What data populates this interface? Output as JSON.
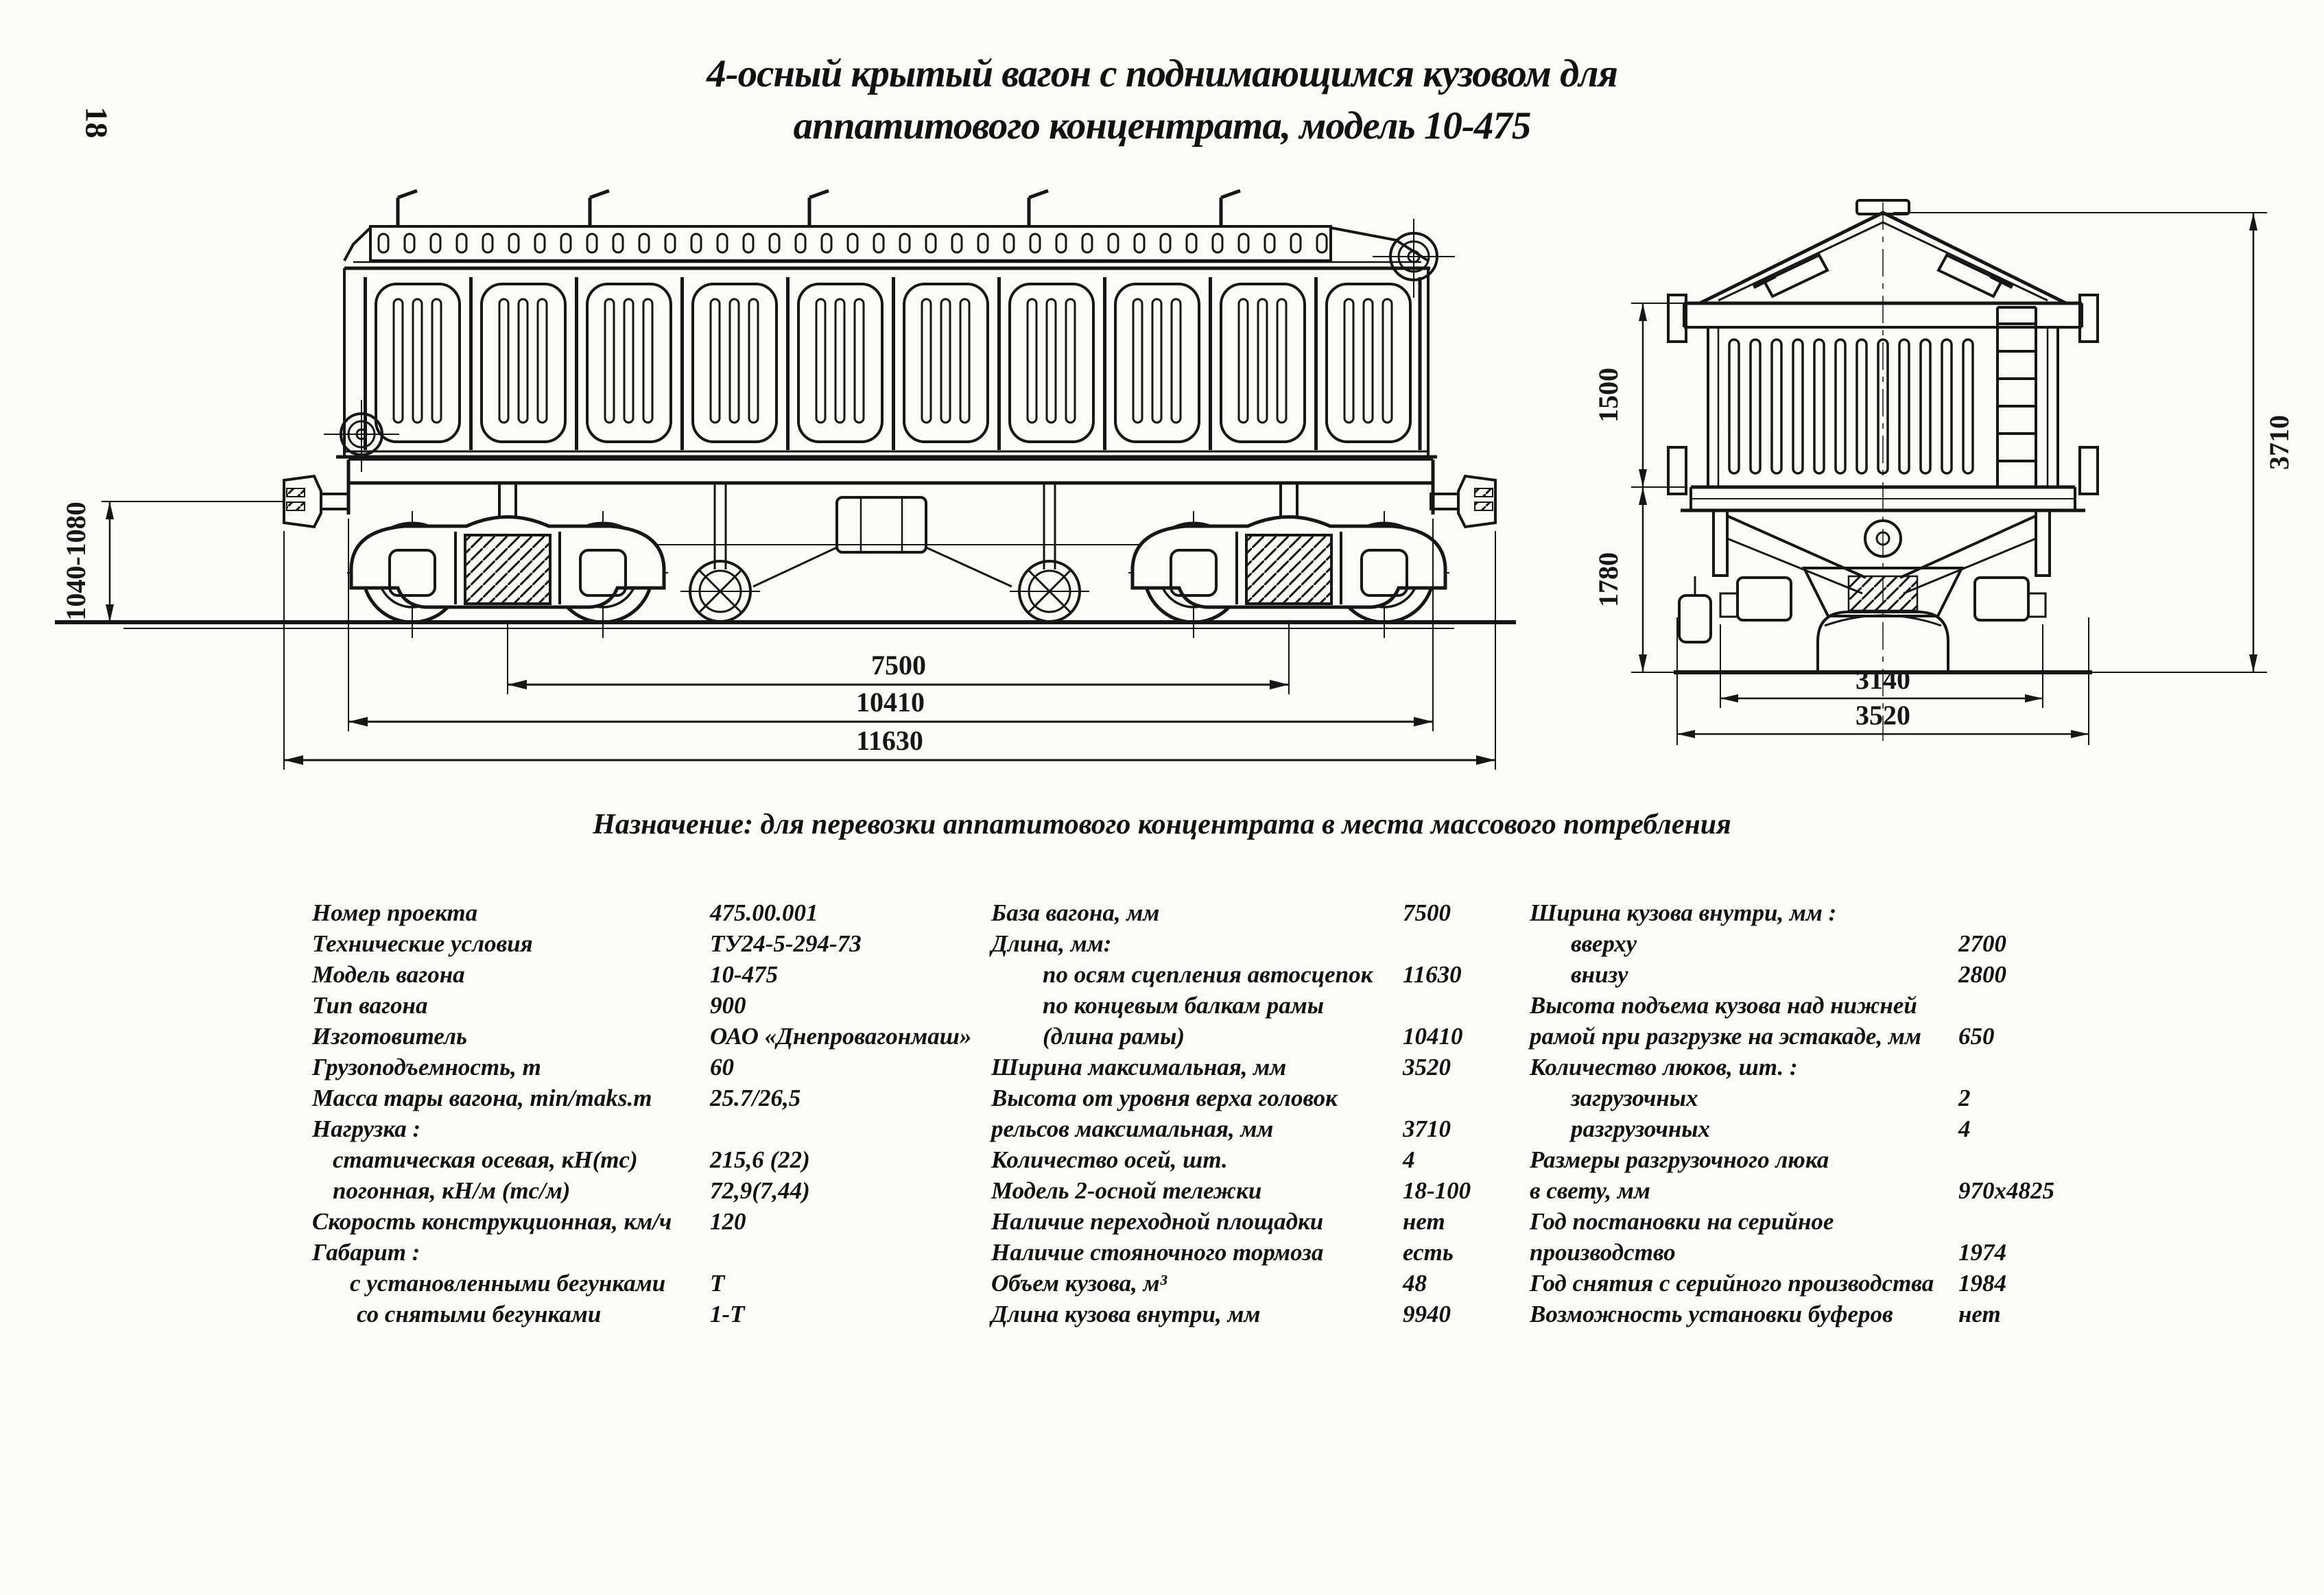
{
  "page": {
    "number": "18"
  },
  "title": {
    "line1": "4-осный крытый вагон с поднимающимся кузовом для",
    "line2": "аппатитового концентрата, модель 10-475"
  },
  "purpose": "Назначение: для перевозки аппатитового концентрата в места массового потребления",
  "drawing": {
    "side_view": {
      "coupler_height": "1040-1080",
      "bogie_base": "7500",
      "frame_length": "10410",
      "coupler_length": "11630"
    },
    "end_view": {
      "body_height": "1500",
      "frame_height": "1780",
      "total_height": "3710",
      "inner_width": "3140",
      "max_width": "3520"
    }
  },
  "specs": {
    "col1": [
      {
        "label": "Номер проекта",
        "value": "475.00.001",
        "indent": 0
      },
      {
        "label": "Технические условия",
        "value": "ТУ24-5-294-73",
        "indent": 0
      },
      {
        "label": "Модель вагона",
        "value": "10-475",
        "indent": 0
      },
      {
        "label": "Тип вагона",
        "value": "900",
        "indent": 0
      },
      {
        "label": "Изготовитель",
        "value": "ОАО «Днепровагонмаш»",
        "indent": 0
      },
      {
        "label": "Грузоподъемность, т",
        "value": "60",
        "indent": 0
      },
      {
        "label": "Масса тары вагона, min/maks.m",
        "value": "25.7/26,5",
        "indent": 0
      },
      {
        "label": "Нагрузка :",
        "value": "",
        "indent": 0
      },
      {
        "label": "статическая осевая, кН(тс)",
        "value": "215,6 (22)",
        "indent": 30
      },
      {
        "label": "погонная, кН/м (тс/м)",
        "value": "72,9(7,44)",
        "indent": 30
      },
      {
        "label": "Скорость конструкционная, км/ч",
        "value": "120",
        "indent": 0
      },
      {
        "label": "Габарит :",
        "value": "",
        "indent": 0
      },
      {
        "label": "с установленными бегунками",
        "value": "Т",
        "indent": 55
      },
      {
        "label": "со снятыми бегунками",
        "value": "1-Т",
        "indent": 65
      }
    ],
    "col2": [
      {
        "label": "База вагона, мм",
        "value": "7500",
        "indent": 0
      },
      {
        "label": "Длина, мм:",
        "value": "",
        "indent": 0
      },
      {
        "label": "по осям сцепления автосцепок",
        "value": "11630",
        "indent": 75
      },
      {
        "label": "по концевым балкам рамы",
        "value": "",
        "indent": 75
      },
      {
        "label": "(длина рамы)",
        "value": "10410",
        "indent": 75
      },
      {
        "label": "Ширина максимальная, мм",
        "value": "3520",
        "indent": 0
      },
      {
        "label": "Высота от уровня верха головок",
        "value": "",
        "indent": 0
      },
      {
        "label": "рельсов максимальная, мм",
        "value": "3710",
        "indent": 0
      },
      {
        "label": "Количество осей, шт.",
        "value": "4",
        "indent": 0
      },
      {
        "label": "Модель 2-осной тележки",
        "value": "18-100",
        "indent": 0
      },
      {
        "label": "Наличие переходной площадки",
        "value": "нет",
        "indent": 0
      },
      {
        "label": "Наличие стояночного тормоза",
        "value": "есть",
        "indent": 0
      },
      {
        "label": "Объем кузова, м³",
        "value": "48",
        "indent": 0
      },
      {
        "label": "Длина кузова внутри, мм",
        "value": "9940",
        "indent": 0
      }
    ],
    "col3": [
      {
        "label": "Ширина кузова внутри, мм :",
        "value": "",
        "indent": 0
      },
      {
        "label": "вверху",
        "value": "2700",
        "indent": 60
      },
      {
        "label": "внизу",
        "value": "2800",
        "indent": 60
      },
      {
        "label": "Высота подъема кузова над нижней",
        "value": "",
        "indent": 0
      },
      {
        "label": "рамой при разгрузке на эстакаде, мм",
        "value": "650",
        "indent": 0
      },
      {
        "label": "Количество люков, шт. :",
        "value": "",
        "indent": 0
      },
      {
        "label": "загрузочных",
        "value": "2",
        "indent": 60
      },
      {
        "label": "разгрузочных",
        "value": "4",
        "indent": 60
      },
      {
        "label": "Размеры разгрузочного люка",
        "value": "",
        "indent": 0
      },
      {
        "label": "в свету, мм",
        "value": "970x4825",
        "indent": 0
      },
      {
        "label": "Год постановки на серийное",
        "value": "",
        "indent": 0
      },
      {
        "label": "производство",
        "value": "1974",
        "indent": 0
      },
      {
        "label": "Год снятия с серийного производства",
        "value": "1984",
        "indent": 0
      },
      {
        "label": "Возможность установки буферов",
        "value": "нет",
        "indent": 0
      }
    ]
  }
}
